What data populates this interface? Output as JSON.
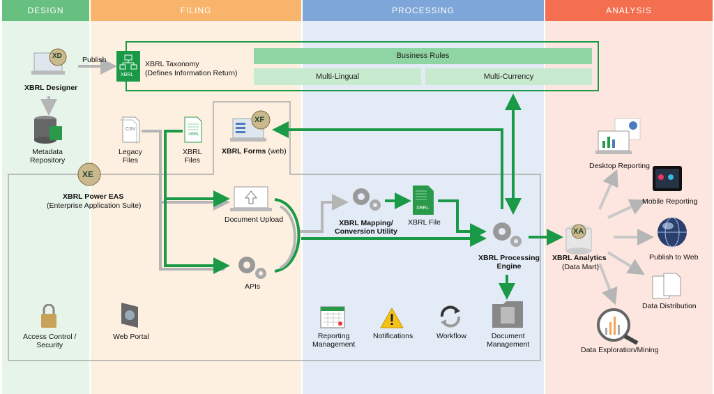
{
  "columns": {
    "design": "DESIGN",
    "filing": "FILING",
    "processing": "PROCESSING",
    "analysis": "ANALYSIS"
  },
  "colors": {
    "design": "#67c07f",
    "filing": "#f7b46a",
    "processing": "#7fa6d8",
    "analysis": "#f36f4f",
    "flow": "#1a9a46",
    "gray": "#a9a9a9"
  },
  "design": {
    "publish": "Publish",
    "xd_badge": "XD",
    "designer": "XBRL Designer",
    "metadata": "Metadata\nRepository"
  },
  "taxonomy": {
    "icon_text": "XBRL",
    "title": "XBRL Taxonomy",
    "subtitle": "(Defines Information Return)",
    "business_rules": "Business Rules",
    "multi_lingual": "Multi-Lingual",
    "multi_currency": "Multi-Currency"
  },
  "filing": {
    "csv_icon": "CSV",
    "legacy": "Legacy\nFiles",
    "xbrl_icon": "XBRL",
    "xbrl_files": "XBRL\nFiles",
    "xf_badge": "XF",
    "forms_bold": "XBRL Forms",
    "forms_rest": " (web)",
    "xe_badge": "XE",
    "eas_title": "XBRL Power EAS",
    "eas_sub": "(Enterprise Application Suite)",
    "upload": "Document Upload",
    "apis": "APIs",
    "access": "Access Control /\nSecurity",
    "portal": "Web Portal"
  },
  "processing": {
    "mapping": "XBRL Mapping/\nConversion Utility",
    "file_icon": "XBRL",
    "file": "XBRL File",
    "engine": "XBRL Processing\nEngine",
    "reporting": "Reporting\nManagement",
    "notifications": "Notifications",
    "workflow": "Workflow",
    "docmgmt": "Document\nManagement"
  },
  "analysis": {
    "xa_badge": "XA",
    "analytics": "XBRL Analytics",
    "datamart": "(Data Mart)",
    "desktop": "Desktop Reporting",
    "mobile": "Mobile Reporting",
    "web": "Publish to Web",
    "distribution": "Data Distribution",
    "exploration": "Data Exploration/Mining"
  }
}
